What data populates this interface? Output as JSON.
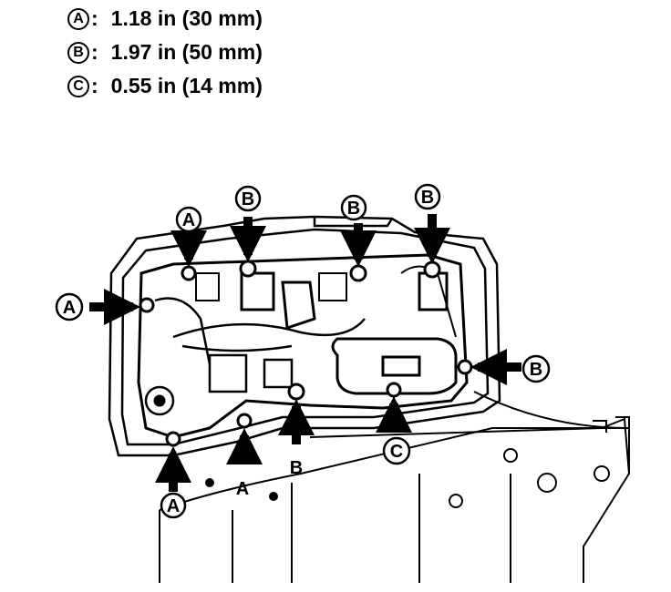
{
  "legend": [
    {
      "key": "A",
      "value": "1.18 in (30 mm)"
    },
    {
      "key": "B",
      "value": "1.97 in (50 mm)"
    },
    {
      "key": "C",
      "value": "0.55 in (14 mm)"
    }
  ],
  "callouts": {
    "a_top": "A",
    "a_left": "A",
    "a_bottom_left": "A",
    "a_bottom_mid": "A",
    "b_top_1": "B",
    "b_top_2": "B",
    "b_top_3": "B",
    "b_right": "B",
    "b_bottom": "B",
    "c_bottom": "C"
  }
}
